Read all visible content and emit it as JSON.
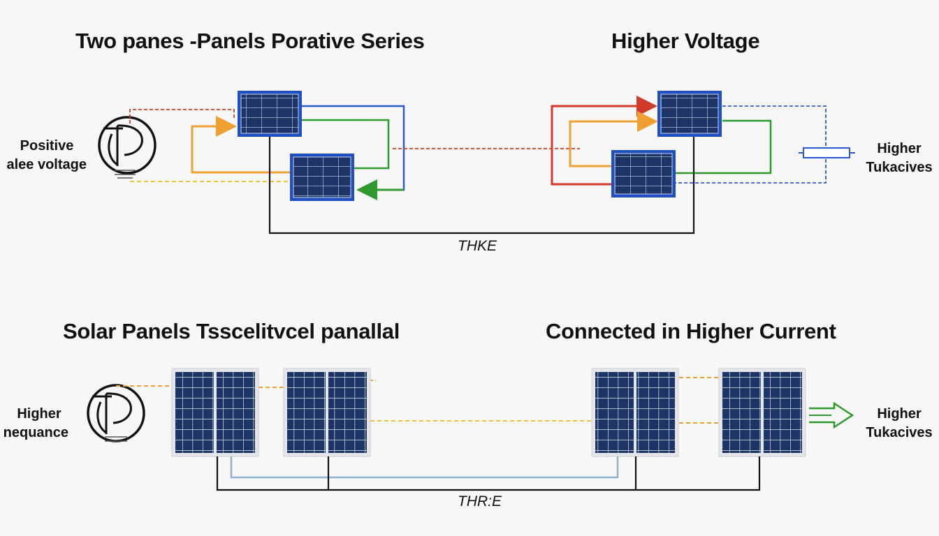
{
  "series_section": {
    "title_left": "Two panes -Panels Porative Series",
    "title_right": "Higher Voltage",
    "left_label": [
      "Positive",
      "alee voltage"
    ],
    "right_label": [
      "Higher",
      "Tukacives"
    ],
    "bottom_caption": "THKE"
  },
  "parallel_section": {
    "title_left": "Solar Panels Tsscelitvcel panallal",
    "title_right": "Connected in Higher Current",
    "left_label": [
      "Higher",
      "nequance"
    ],
    "right_label": [
      "Higher",
      "Tukacives"
    ],
    "bottom_caption": "THR:E"
  },
  "colors": {
    "panel_frame": "#1f4fc2",
    "panel_cell": "#1c3566",
    "red_wire": "#d23a2a",
    "orange_wire": "#f0a030",
    "green_wire": "#2f9a2f",
    "blue_wire": "#2a5ad0",
    "yellow_dashed": "#f0c040",
    "black_wire": "#111111",
    "light_blue_wire": "#8fb0d0"
  },
  "icons": {
    "meter_top": "meter-symbol-icon",
    "meter_bottom": "meter-symbol-icon",
    "resistor": "resistor-icon",
    "output_arrow": "output-arrow-icon"
  }
}
